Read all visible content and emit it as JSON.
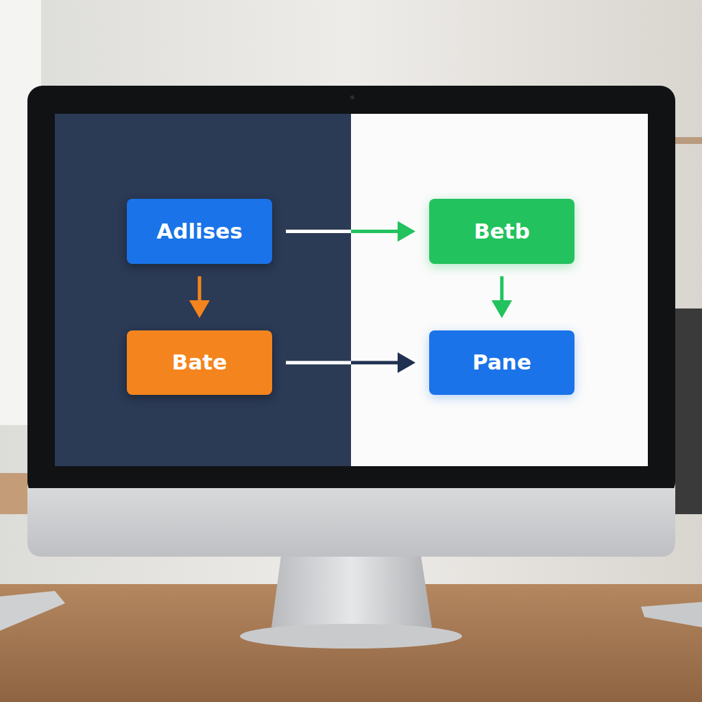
{
  "diagram": {
    "nodes": [
      {
        "text": [
          "Adlises"
        ]
      },
      {
        "text": [
          "Betb"
        ]
      },
      {
        "text": [
          "Bate"
        ]
      },
      {
        "text": [
          "Pane"
        ]
      }
    ],
    "edges": [
      {
        "from": 0,
        "to": 1,
        "arrow": "to"
      },
      {
        "from": 0,
        "to": 2,
        "arrow": "to"
      },
      {
        "from": 1,
        "to": 3,
        "arrow": "to"
      },
      {
        "from": 2,
        "to": 3,
        "arrow": "to"
      }
    ]
  }
}
